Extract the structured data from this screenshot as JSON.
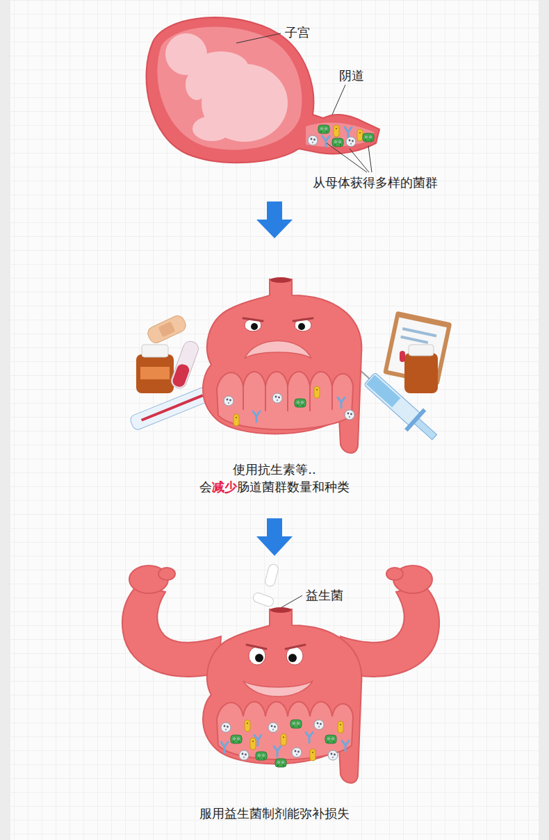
{
  "diagram": {
    "labels": [
      "子宫",
      "阴道",
      "从母体获得多样的菌群",
      "使用抗生素等..",
      "会",
      "减少",
      "肠道菌群数量和种类",
      "益生菌",
      "服用益生菌制剂能弥补损失"
    ]
  }
}
